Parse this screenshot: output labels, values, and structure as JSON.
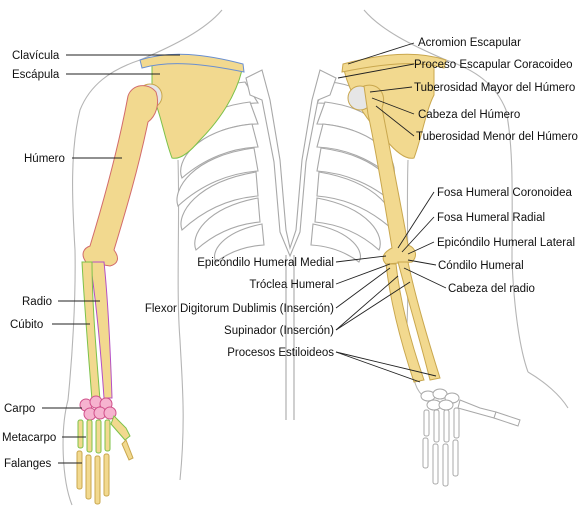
{
  "colors": {
    "bone": "#f2d98f",
    "bone_edge": "#c9a74e",
    "cartilage": "#e6e6e6",
    "outline": "#b5b5b5",
    "clavicle_edge": "#6a8fd0",
    "scapula_edge": "#7cc24a",
    "radius_edge": "#b44fc6",
    "ulna_edge": "#7cc24a",
    "carpal": "#f6b3cf",
    "carpal_edge": "#d0508a"
  },
  "labels_left": {
    "clavicula": "Clavícula",
    "escapula": "Escápula",
    "humero": "Húmero",
    "radio": "Radio",
    "cubito": "Cúbito",
    "carpo": "Carpo",
    "metacarpo": "Metacarpo",
    "falanges": "Falanges"
  },
  "labels_right": {
    "acromion": "Acromion Escapular",
    "coracoideo": "Proceso Escapular Coracoideo",
    "tuberosidad_mayor": "Tuberosidad Mayor del Húmero",
    "cabeza_humero": "Cabeza del Húmero",
    "tuberosidad_menor": "Tuberosidad Menor del Húmero",
    "fosa_coronoidea": "Fosa Humeral Coronoidea",
    "fosa_radial": "Fosa Humeral Radial",
    "epicondilo_lateral": "Epicóndilo Humeral Lateral",
    "condilo": "Cóndilo Humeral",
    "cabeza_radio": "Cabeza del radio"
  },
  "labels_center": {
    "epicondilo_medial": "Epicóndilo Humeral Medial",
    "troclea": "Tróclea Humeral",
    "flexor": "Flexor Digitorum Dublimis (Inserción)",
    "supinador": "Supinador (Inserción)",
    "estiloideos": "Procesos Estiloideos"
  }
}
